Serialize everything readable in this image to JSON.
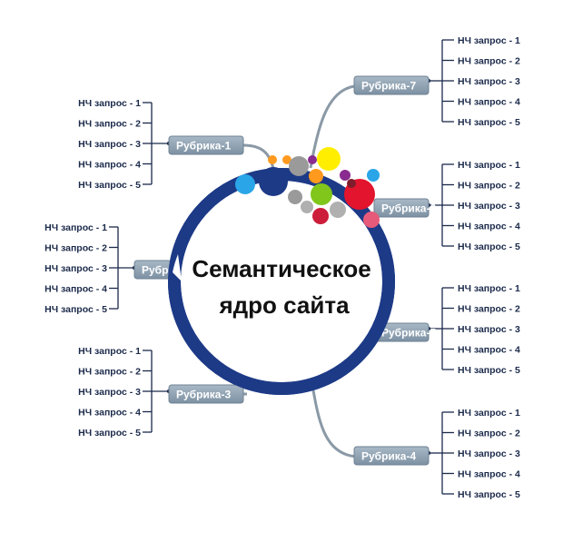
{
  "center": {
    "line1": "Семантическое",
    "line2": "ядро сайта"
  },
  "colors": {
    "ring": "#1d3a87",
    "rubric_fill": "#8fa3b5",
    "bracket": "#1b2a4a",
    "connector": "#8a99a6"
  },
  "rubrics": [
    {
      "label": "Рубрика-1",
      "queries": [
        "НЧ запрос - 1",
        "НЧ запрос - 2",
        "НЧ запрос - 3",
        "НЧ запрос - 4",
        "НЧ запрос - 5"
      ]
    },
    {
      "label": "Рубрика",
      "queries": [
        "НЧ запрос - 1",
        "НЧ запрос - 2",
        "НЧ запрос - 3",
        "НЧ запрос - 4",
        "НЧ запрос - 5"
      ]
    },
    {
      "label": "Рубрика-3",
      "queries": [
        "НЧ запрос - 1",
        "НЧ запрос - 2",
        "НЧ запрос - 3",
        "НЧ запрос - 4",
        "НЧ запрос - 5"
      ]
    },
    {
      "label": "Рубрика-4",
      "queries": [
        "НЧ запрос - 1",
        "НЧ запрос - 2",
        "НЧ запрос - 3",
        "НЧ запрос - 4",
        "НЧ запрос - 5"
      ]
    },
    {
      "label": "Рубрика-5",
      "queries": [
        "НЧ запрос - 1",
        "НЧ запрос - 2",
        "НЧ запрос - 3",
        "НЧ запрос - 4",
        "НЧ запрос - 5"
      ]
    },
    {
      "label": "Рубрика-6",
      "queries": [
        "НЧ запрос - 1",
        "НЧ запрос - 2",
        "НЧ запрос - 3",
        "НЧ запрос - 4",
        "НЧ запрос - 5"
      ]
    },
    {
      "label": "Рубрика-7",
      "queries": [
        "НЧ запрос - 1",
        "НЧ запрос - 2",
        "НЧ запрос - 3",
        "НЧ запрос - 4",
        "НЧ запрос - 5"
      ]
    }
  ],
  "bubbles": [
    {
      "color": "#e3142d"
    },
    {
      "color": "#ffee00"
    },
    {
      "color": "#7f1d2d"
    },
    {
      "color": "#9a9a9a"
    },
    {
      "color": "#1d3a87"
    },
    {
      "color": "#80c61b"
    },
    {
      "color": "#ff9a1f"
    },
    {
      "color": "#2aa6e8"
    },
    {
      "color": "#8a2b8f"
    },
    {
      "color": "#e85a7a"
    },
    {
      "color": "#cc1d3a"
    },
    {
      "color": "#b0b0b0"
    }
  ]
}
